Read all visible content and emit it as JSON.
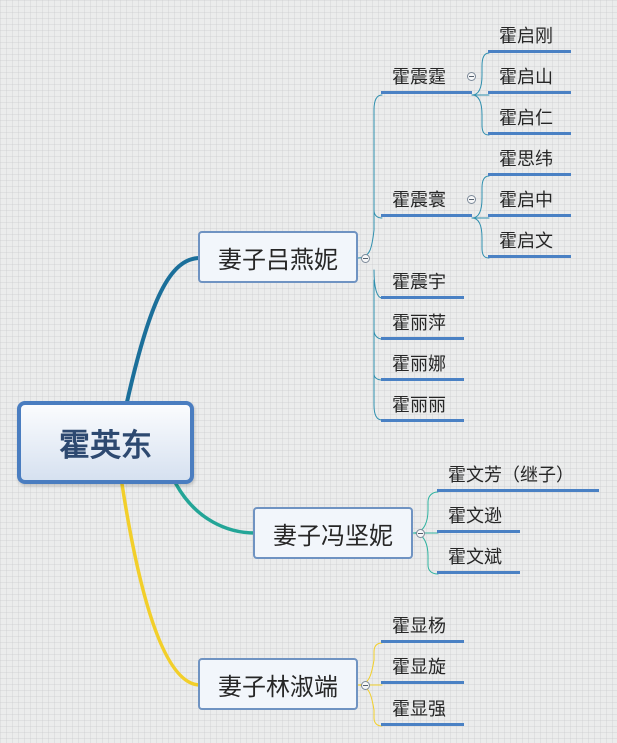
{
  "root": {
    "label": "霍英东"
  },
  "branches": [
    {
      "label": "妻子吕燕妮",
      "children": [
        {
          "label": "霍震霆",
          "children": [
            {
              "label": "霍启刚"
            },
            {
              "label": "霍启山"
            },
            {
              "label": "霍启仁"
            }
          ]
        },
        {
          "label": "霍震寰",
          "children": [
            {
              "label": "霍思纬"
            },
            {
              "label": "霍启中"
            },
            {
              "label": "霍启文"
            }
          ]
        },
        {
          "label": "霍震宇"
        },
        {
          "label": "霍丽萍"
        },
        {
          "label": "霍丽娜"
        },
        {
          "label": "霍丽丽"
        }
      ]
    },
    {
      "label": "妻子冯坚妮",
      "children": [
        {
          "label": "霍文芳（继子）"
        },
        {
          "label": "霍文逊"
        },
        {
          "label": "霍文斌"
        }
      ]
    },
    {
      "label": "妻子林淑端",
      "children": [
        {
          "label": "霍显杨"
        },
        {
          "label": "霍显旋"
        },
        {
          "label": "霍显强"
        }
      ]
    }
  ],
  "colors": {
    "branch_1": "#1b8aa8",
    "branch_2": "#2fb3a0",
    "branch_3": "#f2cf2a",
    "node_underline": "#4a81c4",
    "root_border": "#4a7dc0",
    "wife_border": "#6f93c2"
  }
}
